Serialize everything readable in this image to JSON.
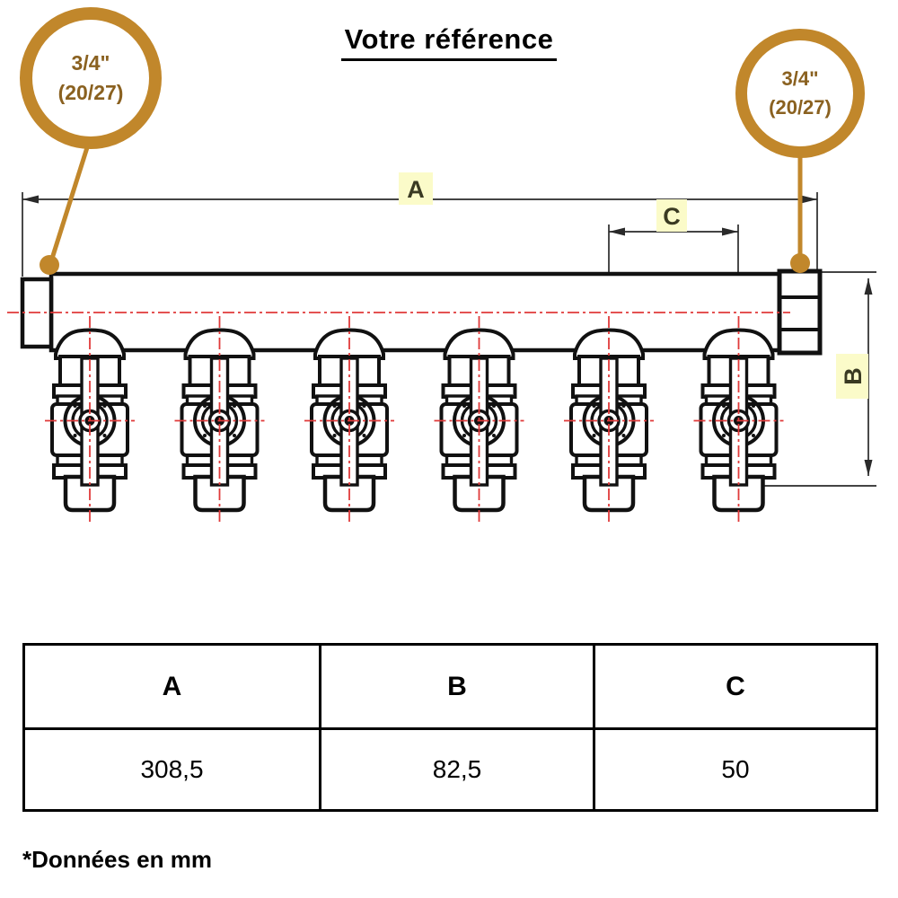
{
  "title": "Votre référence",
  "callouts": {
    "left": {
      "line1": "3/4\"",
      "line2": "(20/27)"
    },
    "right": {
      "line1": "3/4\"",
      "line2": "(20/27)"
    }
  },
  "dimensions": {
    "a": "A",
    "b": "B",
    "c": "C"
  },
  "drawing": {
    "outlets": 6
  },
  "table": {
    "headers": [
      "A",
      "B",
      "C"
    ],
    "rows": [
      [
        "308,5",
        "82,5",
        "50"
      ]
    ]
  },
  "note": "*Données en mm",
  "colors": {
    "gold": "#c1872b",
    "gold-text": "#8a6120",
    "label-bg": "#fbfbc9",
    "label-text": "#3a3a22",
    "red": "#e03a3a",
    "ink": "#111111",
    "dim": "#2a2a2a"
  }
}
